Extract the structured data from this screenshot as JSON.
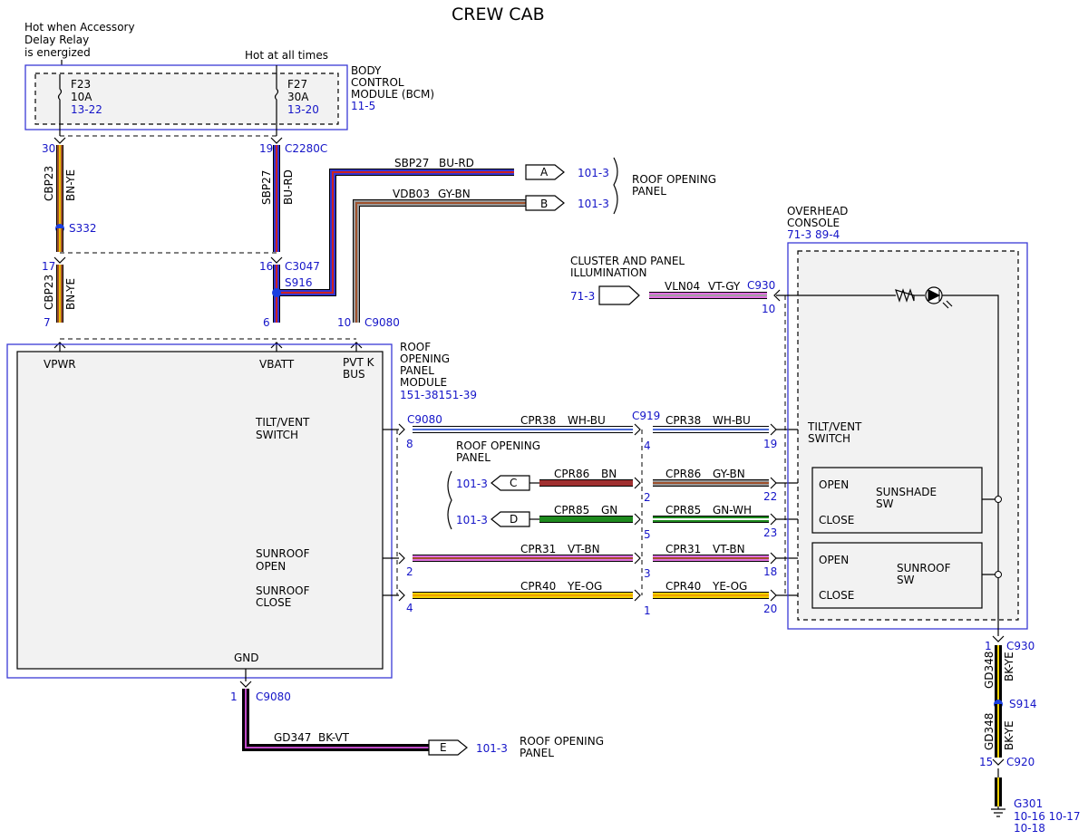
{
  "title": "CREW CAB",
  "colors": {
    "BN-YE": [
      "#a0522d",
      "#f0c000"
    ],
    "BU-RD": [
      "#3535d0",
      "#cc2222"
    ],
    "GY-BN": [
      "#9a9a9a",
      "#a0522d"
    ],
    "VT-GY": [
      "#e070e0",
      "#a0a0a0"
    ],
    "WH-BU": [
      "#ffffff",
      "#4a6ad8"
    ],
    "BN": [
      "#a03030",
      "#a03030"
    ],
    "GY-BN2": [
      "#9a9a9a",
      "#a0522d"
    ],
    "GN": [
      "#1e8a1e",
      "#1e8a1e"
    ],
    "GN-WH": [
      "#1e8a1e",
      "#ffffff"
    ],
    "VT-BN": [
      "#e070e0",
      "#a0522d"
    ],
    "YE-OG": [
      "#f0d000",
      "#f0a000"
    ],
    "BK-VT": [
      "#000000",
      "#c04ac8"
    ],
    "BK-YE": [
      "#000000",
      "#f0d000"
    ],
    "accent": "#1515c8",
    "splice": "#1a3fe0"
  },
  "labels": {
    "hot_accessory": [
      "Hot when Accessory",
      "Delay Relay",
      "is energized"
    ],
    "hot_all": "Hot at all times",
    "bcm": [
      "BODY",
      "CONTROL",
      "MODULE (BCM)",
      "11-5"
    ],
    "f23": [
      "F23",
      "10A",
      "13-22"
    ],
    "f27": [
      "F27",
      "30A",
      "13-20"
    ],
    "rop_top": [
      "ROOF OPENING",
      "PANEL"
    ],
    "rop_bottom": [
      "ROOF OPENING",
      "PANEL"
    ],
    "rop_mid": [
      "ROOF OPENING",
      "PANEL"
    ],
    "overhead": [
      "OVERHEAD",
      "CONSOLE",
      "71-3  89-4"
    ],
    "cluster": [
      "CLUSTER AND PANEL",
      "ILLUMINATION",
      "71-3"
    ],
    "ropm": [
      "ROOF",
      "OPENING",
      "PANEL",
      "MODULE",
      "151-38151-39"
    ],
    "vpwr": "VPWR",
    "vbatt": "VBATT",
    "pvtk": [
      "PVT K",
      "BUS"
    ],
    "tilt_vent": [
      "TILT/VENT",
      "SWITCH"
    ],
    "sunroof_open": [
      "SUNROOF",
      "OPEN"
    ],
    "sunroof_close": [
      "SUNROOF",
      "CLOSE"
    ],
    "gnd": "GND",
    "tilt_vent_oc": [
      "TILT/VENT",
      "SWITCH"
    ],
    "sunshade_sw": [
      "SUNSHADE",
      "SW"
    ],
    "sunroof_sw": [
      "SUNROOF",
      "SW"
    ],
    "open": "OPEN",
    "close": "CLOSE",
    "g301": [
      "G301",
      "10-16 10-17",
      "10-18"
    ]
  },
  "connectors": {
    "A": "A",
    "B": "B",
    "C": "C",
    "D": "D",
    "E": "E",
    "ref_101_3": "101-3"
  },
  "pins": {
    "p30": "30",
    "p19": "19",
    "c2280c": "C2280C",
    "s332": "S332",
    "p17": "17",
    "p16": "16",
    "c3047": "C3047",
    "s916": "S916",
    "p7": "7",
    "p6": "6",
    "p10": "10",
    "c9080": "C9080",
    "p8": "8",
    "c9080b": "C9080",
    "p4": "4",
    "c919": "C919",
    "p19b": "19",
    "p2": "2",
    "p22": "22",
    "p5": "5",
    "p23": "23",
    "p2b": "2",
    "p3": "3",
    "p18": "18",
    "p4b": "4",
    "p1": "1",
    "p20": "20",
    "p1b": "1",
    "c9080c": "C9080",
    "c930": "C930",
    "p10b": "10",
    "p1c": "1",
    "c930b": "C930",
    "s914": "S914",
    "p15": "15",
    "c920": "C920"
  },
  "wires": {
    "cbp23_a": [
      "CBP23",
      "BN-YE"
    ],
    "cbp23_b": [
      "CBP23",
      "BN-YE"
    ],
    "sbp27_a": [
      "SBP27",
      "BU-RD"
    ],
    "sbp27_h": [
      "SBP27",
      "BU-RD"
    ],
    "vdb03": [
      "VDB03",
      "GY-BN"
    ],
    "vln04": [
      "VLN04",
      "VT-GY"
    ],
    "cpr38_l": [
      "CPR38",
      "WH-BU"
    ],
    "cpr38_r": [
      "CPR38",
      "WH-BU"
    ],
    "cpr86_l": [
      "CPR86",
      "BN"
    ],
    "cpr86_r": [
      "CPR86",
      "GY-BN"
    ],
    "cpr85_l": [
      "CPR85",
      "GN"
    ],
    "cpr85_r": [
      "CPR85",
      "GN-WH"
    ],
    "cpr31_l": [
      "CPR31",
      "VT-BN"
    ],
    "cpr31_r": [
      "CPR31",
      "VT-BN"
    ],
    "cpr40_l": [
      "CPR40",
      "YE-OG"
    ],
    "cpr40_r": [
      "CPR40",
      "YE-OG"
    ],
    "gd347": [
      "GD347",
      "BK-VT"
    ],
    "gd348_a": [
      "GD348",
      "BK-YE"
    ],
    "gd348_b": [
      "GD348",
      "BK-YE"
    ]
  }
}
